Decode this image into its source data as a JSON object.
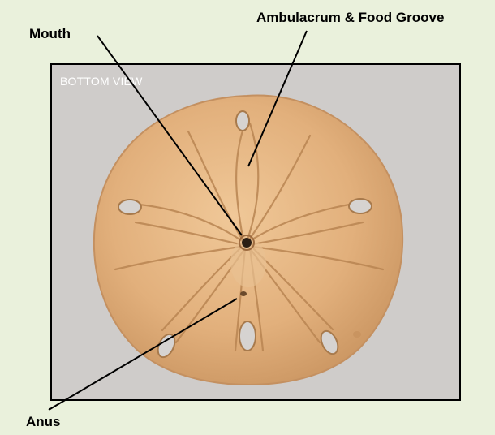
{
  "labels": {
    "mouth": "Mouth",
    "ambulacrum": "Ambulacrum & Food Groove",
    "anus": "Anus"
  },
  "photo": {
    "caption": "BOTTOM VIEW",
    "subject": "sand dollar"
  },
  "colors": {
    "background": "#eaf1dc",
    "frame_fill": "#cfccca",
    "test_base": "#e2b483",
    "groove": "#b98552",
    "hole": "#d6d3d1"
  }
}
